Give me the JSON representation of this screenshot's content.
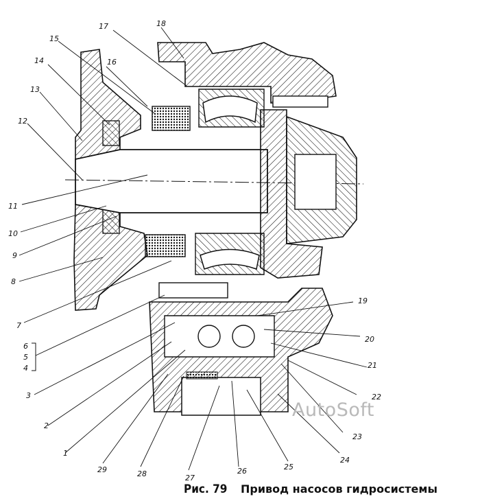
{
  "figure": {
    "number_label": "Рис. 79",
    "title": "Привод насосов гидросистемы"
  },
  "watermark": "AutoSoft",
  "callouts": [
    "1",
    "2",
    "3",
    "4",
    "5",
    "6",
    "7",
    "8",
    "9",
    "10",
    "11",
    "12",
    "13",
    "14",
    "15",
    "16",
    "17",
    "18",
    "19",
    "20",
    "21",
    "22",
    "23",
    "24",
    "25",
    "26",
    "27",
    "28",
    "29"
  ],
  "colors": {
    "ink": "#111111",
    "paper": "#ffffff",
    "watermark": "#b9b9b9"
  }
}
